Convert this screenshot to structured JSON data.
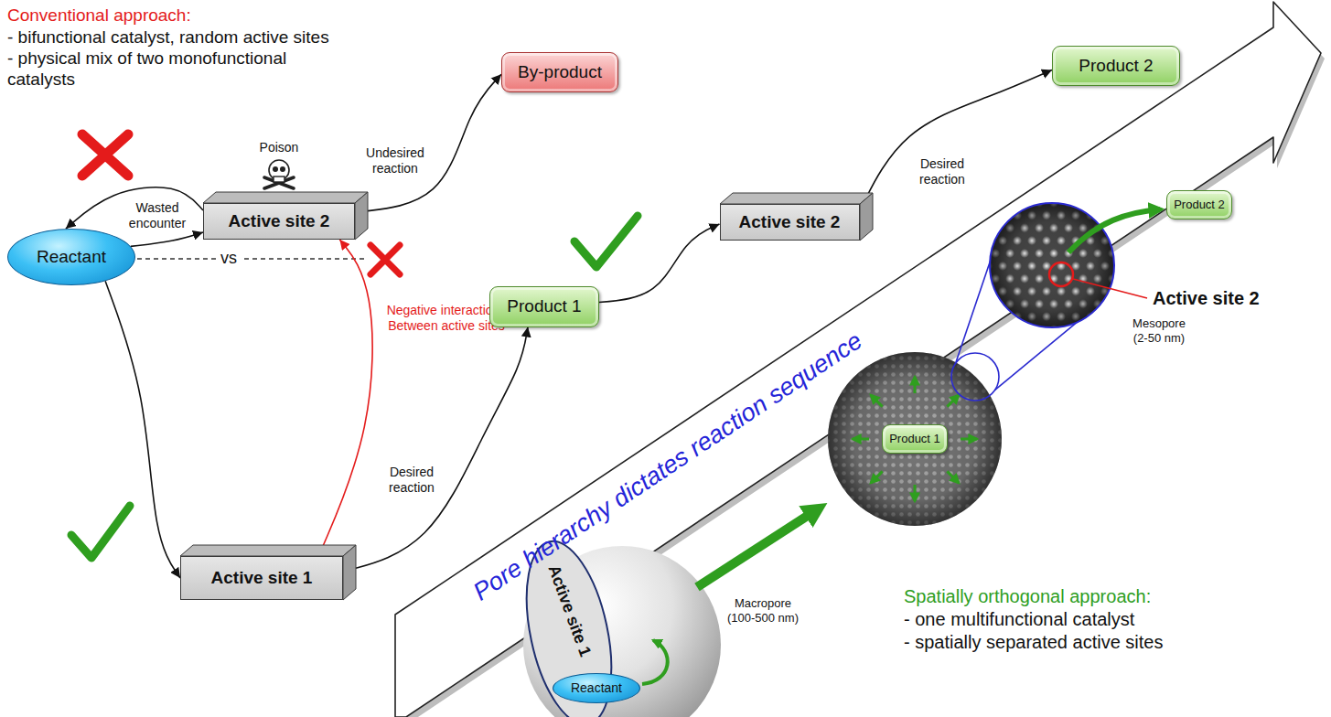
{
  "diagram": {
    "nodes": [
      {
        "text": [
          "By-product"
        ]
      },
      {
        "text": [
          "Active site 2"
        ]
      },
      {
        "text": [
          "Product 2"
        ]
      },
      {
        "text": [
          "Active site 2"
        ]
      },
      {
        "text": [
          "Reactant"
        ]
      },
      {
        "text": [
          "Product 1"
        ]
      },
      {
        "text": [
          "Product 2"
        ]
      },
      {
        "text": [
          "Product 1"
        ]
      },
      {
        "text": [
          "Active site 1"
        ]
      },
      {
        "text": [
          "Reactant"
        ]
      }
    ],
    "edges": [
      {
        "from": 4,
        "to": 1,
        "arrow": "to",
        "label": "Wasted encounter"
      },
      {
        "from": 1,
        "to": 4,
        "arrow": "to"
      },
      {
        "from": 1,
        "to": 0,
        "arrow": "to",
        "label": "Undesired reaction"
      },
      {
        "from": 4,
        "to": 8,
        "arrow": "to"
      },
      {
        "from": 8,
        "to": 5,
        "arrow": "to",
        "label": "Desired reaction"
      },
      {
        "from": 5,
        "to": 3,
        "arrow": "to"
      },
      {
        "from": 3,
        "to": 2,
        "arrow": "to",
        "label": "Desired reaction"
      },
      {
        "from": 1,
        "to": 8,
        "arrow": "both",
        "label": "Negative interactions Between active sites"
      }
    ],
    "labels": [
      "Conventional approach:",
      "- bifunctional catalyst, random active sites",
      "- physical mix of two monofunctional catalysts",
      "Poison",
      "vs",
      "Pore hierarchy dictates reaction sequence",
      "Active site 1",
      "Macropore (100-500 nm)",
      "Active site 2",
      "Mesopore (2-50 nm)",
      "Spatially orthogonal approach:",
      "- one multifunctional catalyst",
      "- spatially separated active sites"
    ]
  }
}
